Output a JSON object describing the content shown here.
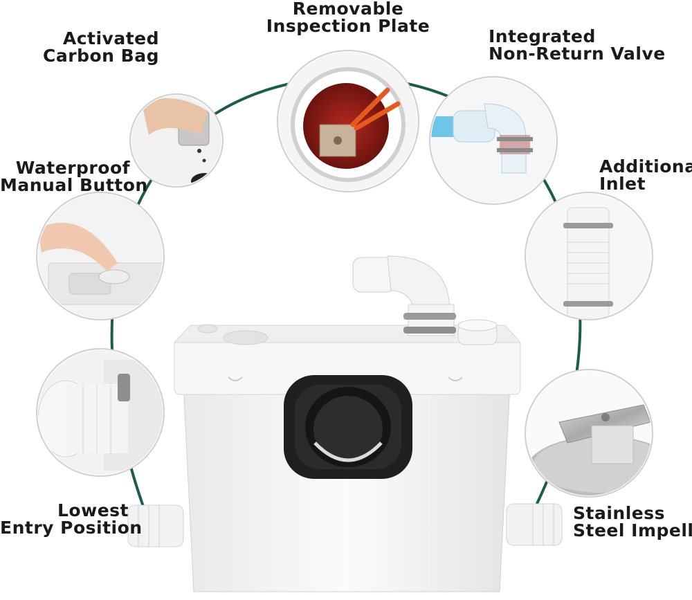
{
  "colors": {
    "accent": "#1b5c4c",
    "circle_border": "#cfcfcf",
    "label_text": "#1a1a1a",
    "unit_body": "#f4f4f4"
  },
  "features": [
    {
      "id": "carbon-bag",
      "lines": [
        "Activated",
        "Carbon Bag"
      ]
    },
    {
      "id": "inspection-plate",
      "lines": [
        "Removable",
        "Inspection Plate"
      ]
    },
    {
      "id": "non-return-valve",
      "lines": [
        "Integrated",
        "Non-Return Valve"
      ]
    },
    {
      "id": "manual-button",
      "lines": [
        "Waterproof",
        "Manual Button"
      ]
    },
    {
      "id": "additional-inlet",
      "lines": [
        "Additional",
        "Inlet"
      ]
    },
    {
      "id": "entry-position",
      "lines": [
        "Lowest",
        "Entry Position"
      ]
    },
    {
      "id": "impeller",
      "lines": [
        "Stainless",
        "Steel Impelle"
      ]
    }
  ]
}
